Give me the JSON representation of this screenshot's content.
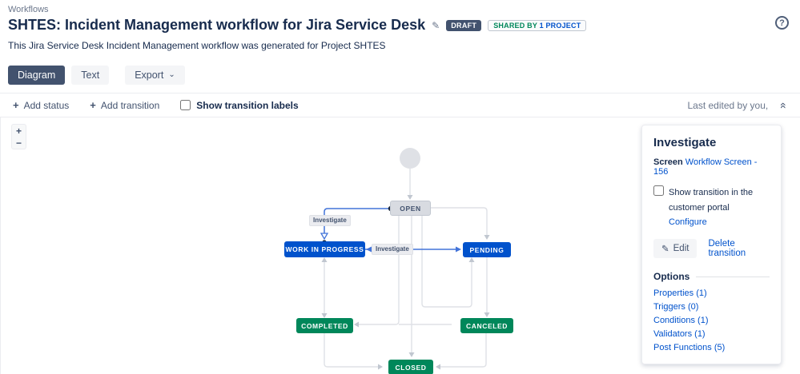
{
  "page": {
    "breadcrumb": "Workflows",
    "title": "SHTES: Incident Management workflow for Jira Service Desk",
    "subtitle": "This Jira Service Desk Incident Management workflow was generated for Project SHTES",
    "badges": {
      "draft": "DRAFT",
      "shared_prefix": "SHARED BY",
      "shared_link": "1 PROJECT"
    },
    "help": "?"
  },
  "icons": {
    "pencil": "✎",
    "chevron_down": "⌄",
    "collapse": "«",
    "plus": "+",
    "minus": "−"
  },
  "tabs": [
    {
      "label": "Diagram",
      "active": true
    },
    {
      "label": "Text",
      "active": false
    },
    {
      "label": "Export",
      "active": false
    }
  ],
  "toolbar": {
    "add_status": "Add status",
    "add_transition": "Add transition",
    "show_transition_labels": "Show transition labels",
    "last_edited": "Last edited by you,"
  },
  "diagram": {
    "nodes": {
      "open": "OPEN",
      "in_progress": "WORK IN PROGRESS",
      "pending": "PENDING",
      "completed": "COMPLETED",
      "canceled": "CANCELED",
      "closed": "CLOSED"
    },
    "transition_labels": [
      "Investigate",
      "Investigate"
    ]
  },
  "panel": {
    "title": "Investigate",
    "screen_label": "Screen",
    "screen_link": "Workflow Screen - 156",
    "checkbox_label": "Show transition in the customer portal",
    "configure_link": "Configure",
    "edit_button": "Edit",
    "delete_link": "Delete transition",
    "options_title": "Options",
    "options": [
      "Properties (1)",
      "Triggers (0)",
      "Conditions (1)",
      "Validators (1)",
      "Post Functions (5)"
    ]
  },
  "colors": {
    "status_blue": "#0052CC",
    "status_green": "#00875A",
    "status_gray": "#D8DBE1",
    "draft_badge": "#42526E",
    "selected_transition": "#4273D9",
    "link": "#0052CC"
  }
}
